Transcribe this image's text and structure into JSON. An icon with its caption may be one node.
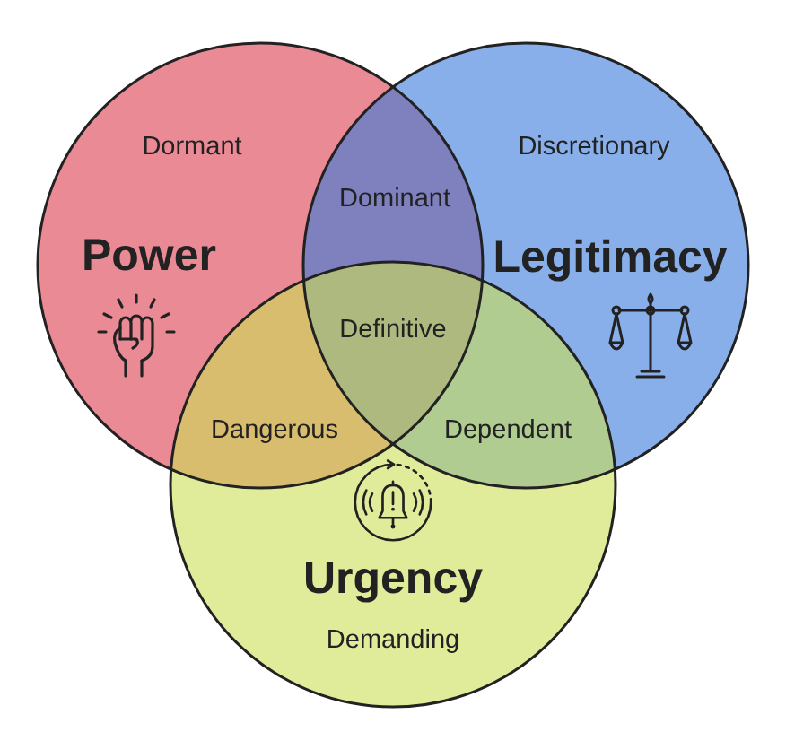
{
  "diagram": {
    "nodes": [
      {
        "text": [
          "Dormant",
          "Power"
        ]
      },
      {
        "text": [
          "Discretionary",
          "Legitimacy"
        ]
      },
      {
        "text": [
          "Urgency",
          "Demanding"
        ]
      }
    ],
    "labels": [
      "Dominant",
      "Definitive",
      "Dangerous",
      "Dependent"
    ]
  }
}
